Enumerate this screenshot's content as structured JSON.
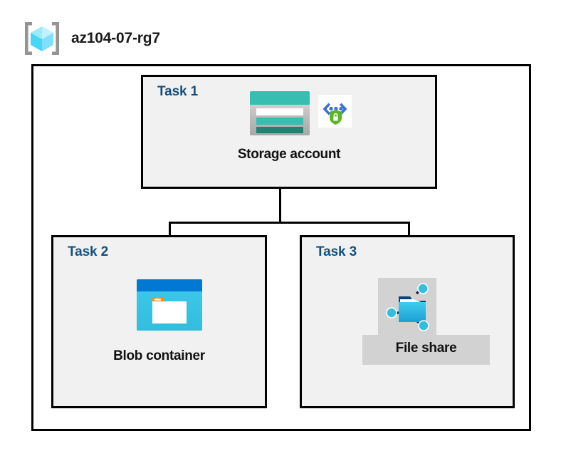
{
  "diagram": {
    "resource_group": {
      "name": "az104-07-rg7",
      "icon": "resource-group-cube-icon"
    },
    "tasks": [
      {
        "id": "task-1",
        "label": "Task 1",
        "node_label": "Storage account",
        "icons": [
          "storage-account-icon",
          "private-endpoint-secure-icon"
        ]
      },
      {
        "id": "task-2",
        "label": "Task 2",
        "node_label": "Blob container",
        "icons": [
          "blob-container-icon"
        ]
      },
      {
        "id": "task-3",
        "label": "Task 3",
        "node_label": "File share",
        "icons": [
          "file-share-icon"
        ]
      }
    ],
    "colors": {
      "task_label": "#14507d",
      "node_label": "#111111",
      "box_border": "#000000",
      "task_fill": "#f1f1f1",
      "highlight_fill": "#d2d2d2",
      "storage_teal": "#36bfb1",
      "storage_teal_dark": "#277f72",
      "blob_blue": "#0078d4",
      "blob_cyan": "#32bedd",
      "blob_orange": "#f78d1e",
      "fileshare_blue": "#32bedd",
      "cube_cyan": "#9cebff",
      "bracket_gray": "#949494",
      "shield_green": "#5cb522"
    }
  }
}
